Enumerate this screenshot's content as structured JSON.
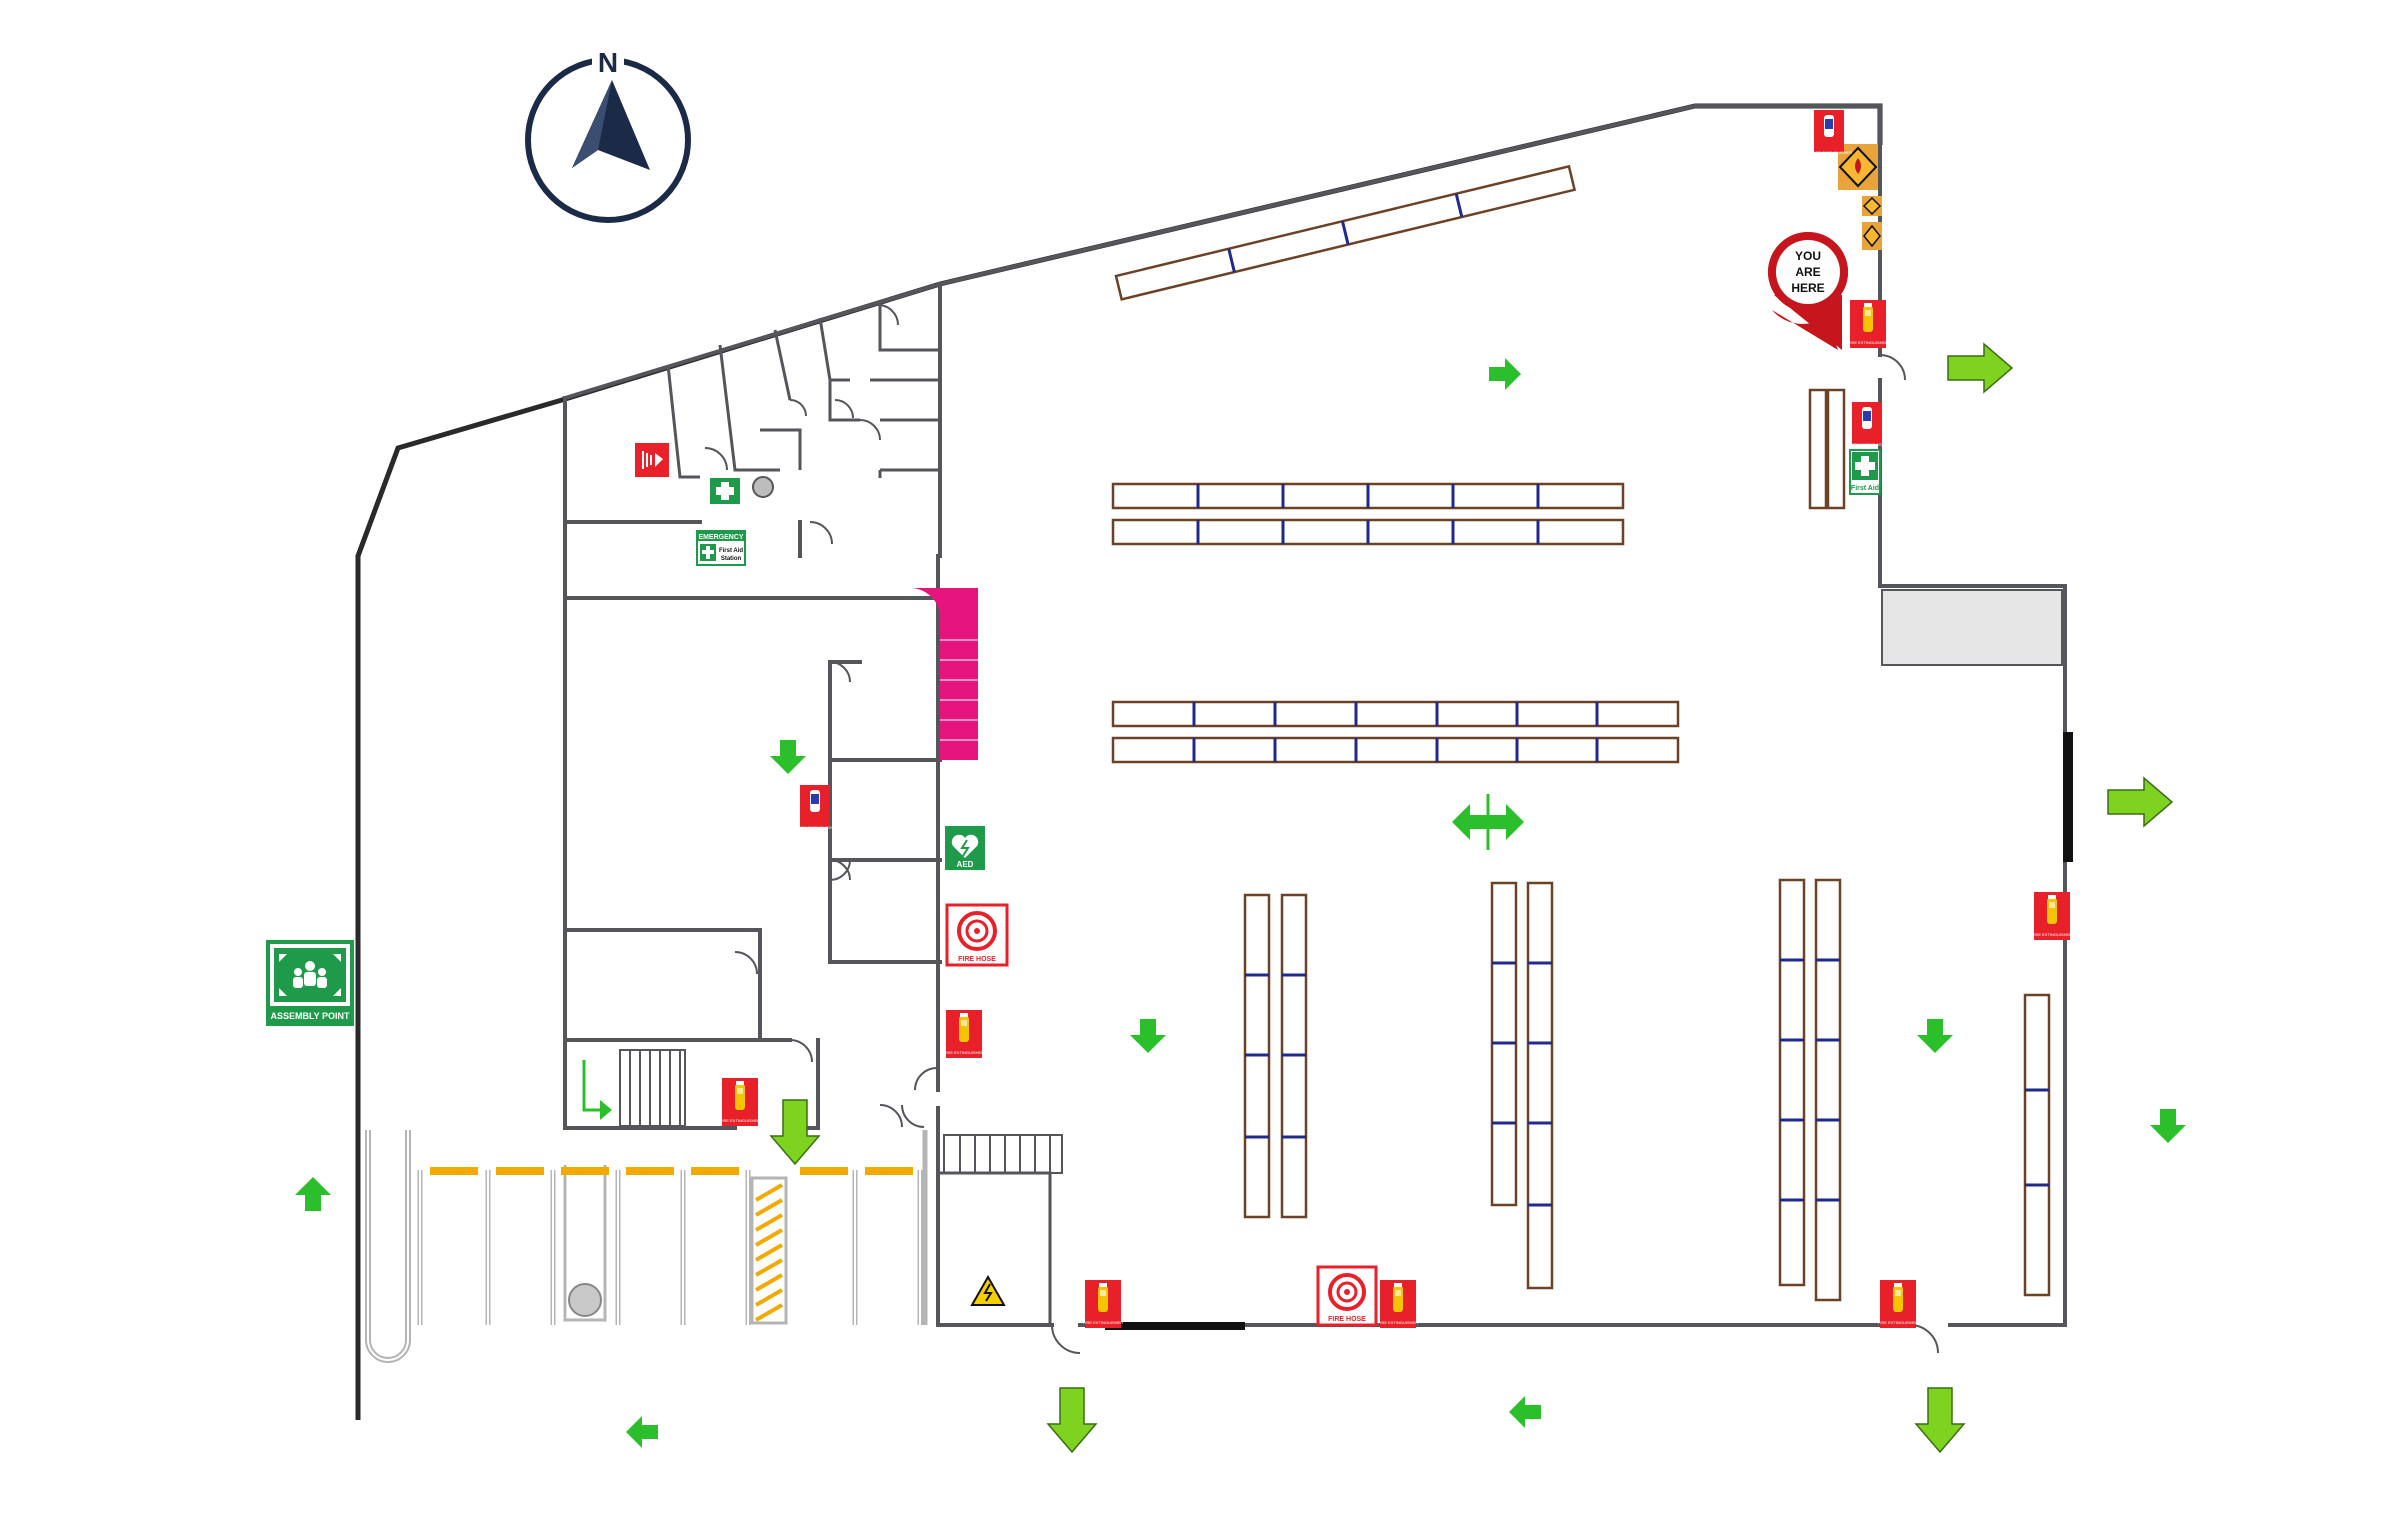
{
  "compass": {
    "label": "N"
  },
  "you_are_here": {
    "line1": "YOU",
    "line2": "ARE",
    "line3": "HERE"
  },
  "signs": {
    "fire_extinguisher_label": "FIRE EXTINGUISHER",
    "first_aid_top": "EMERGENCY",
    "first_aid_line1": "First Aid",
    "first_aid_line2": "Station",
    "first_aid_small": "First Aid",
    "aed_label": "AED",
    "fire_hose_label": "FIRE HOSE",
    "fire_hose_label_mirrored": "FIRE HOSE",
    "assembly_point": "ASSEMBLY POINT"
  },
  "colors": {
    "wall": "#55565b",
    "exit_arrow": "#7ed321",
    "direction_arrow": "#2bc02b",
    "fire_red": "#e8202a",
    "safety_green": "#1e9a4a",
    "stairs": "#e6157d",
    "marker_red": "#c4161c",
    "compass_navy": "#1b2a47",
    "line_marking": "#f2a900"
  }
}
